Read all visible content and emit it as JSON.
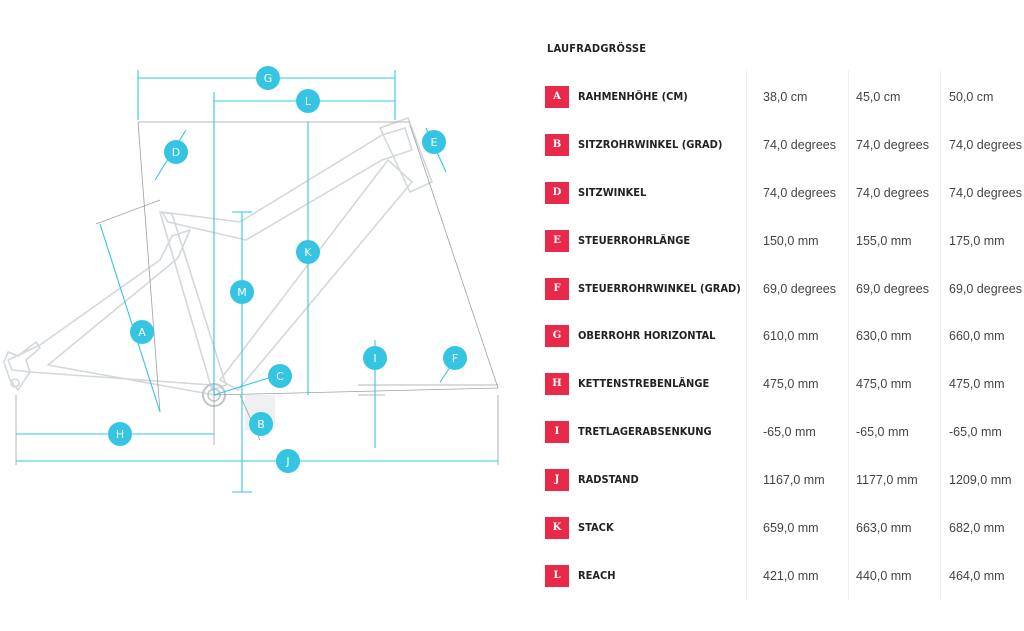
{
  "diagram": {
    "labels": {
      "A": "A",
      "B": "B",
      "C": "C",
      "D": "D",
      "E": "E",
      "F": "F",
      "G": "G",
      "H": "H",
      "I": "I",
      "J": "J",
      "K": "K",
      "L": "L",
      "M": "M"
    },
    "colors": {
      "accent": "#35c5e3",
      "frame": "#cfd4d8",
      "badge": "#e8294a"
    }
  },
  "table": {
    "title": "LAUFRADGRÖSSE",
    "rows": [
      {
        "letter": "A",
        "label": "RAHMENHÖHE (CM)",
        "values": [
          "38,0 cm",
          "45,0 cm",
          "50,0 cm"
        ]
      },
      {
        "letter": "B",
        "label": "SITZROHRWINKEL (GRAD)",
        "values": [
          "74,0 degrees",
          "74,0 degrees",
          "74,0 degrees"
        ]
      },
      {
        "letter": "D",
        "label": "SITZWINKEL",
        "values": [
          "74,0 degrees",
          "74,0 degrees",
          "74,0 degrees"
        ]
      },
      {
        "letter": "E",
        "label": "STEUERROHRLÄNGE",
        "values": [
          "150,0 mm",
          "155,0 mm",
          "175,0 mm"
        ]
      },
      {
        "letter": "F",
        "label": "STEUERROHRWINKEL (GRAD)",
        "values": [
          "69,0 degrees",
          "69,0 degrees",
          "69,0 degrees"
        ]
      },
      {
        "letter": "G",
        "label": "OBERROHR HORIZONTAL",
        "values": [
          "610,0 mm",
          "630,0 mm",
          "660,0 mm"
        ]
      },
      {
        "letter": "H",
        "label": "KETTENSTREBENLÄNGE",
        "values": [
          "475,0 mm",
          "475,0 mm",
          "475,0 mm"
        ]
      },
      {
        "letter": "I",
        "label": "TRETLAGERABSENKUNG",
        "values": [
          "-65,0 mm",
          "-65,0 mm",
          "-65,0 mm"
        ]
      },
      {
        "letter": "J",
        "label": "RADSTAND",
        "values": [
          "1167,0 mm",
          "1177,0 mm",
          "1209,0 mm"
        ]
      },
      {
        "letter": "K",
        "label": "STACK",
        "values": [
          "659,0 mm",
          "663,0 mm",
          "682,0 mm"
        ]
      },
      {
        "letter": "L",
        "label": "REACH",
        "values": [
          "421,0 mm",
          "440,0 mm",
          "464,0 mm"
        ]
      }
    ]
  }
}
